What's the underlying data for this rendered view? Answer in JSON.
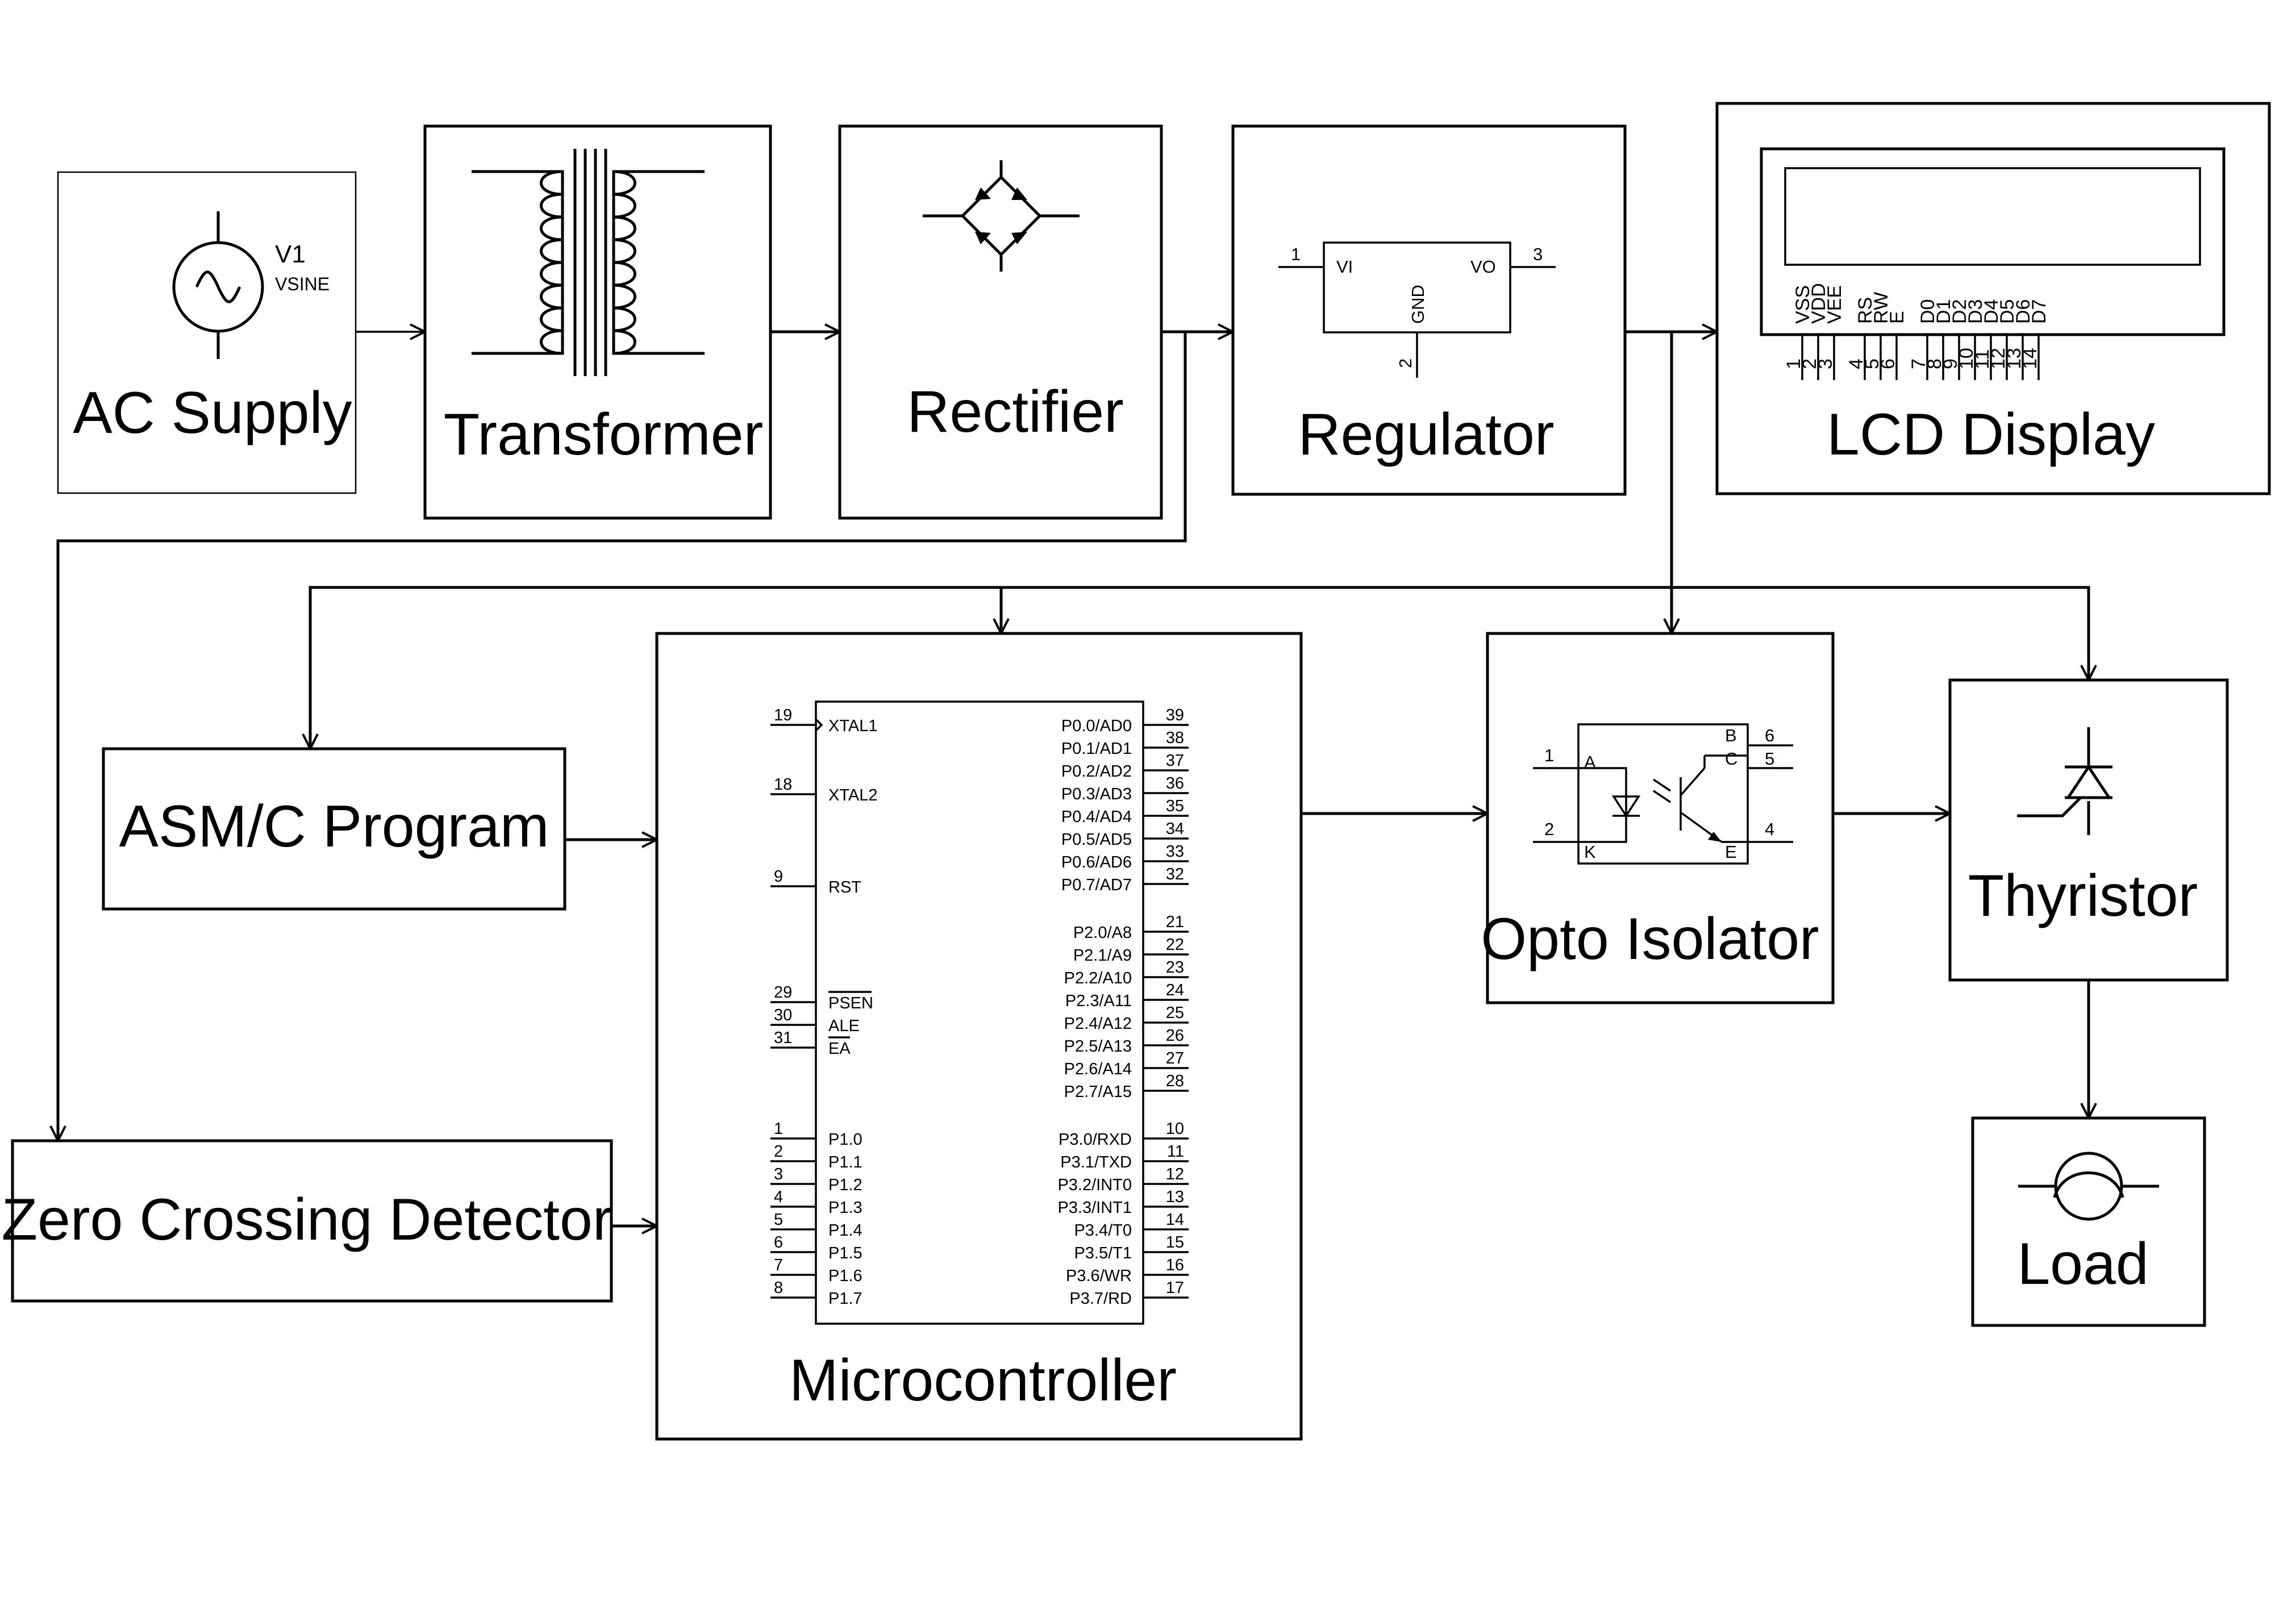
{
  "blocks": {
    "ac_supply": {
      "label": "AC Supply",
      "source_name": "V1",
      "source_type": "VSINE"
    },
    "transformer": {
      "label": "Transformer"
    },
    "rectifier": {
      "label": "Rectifier"
    },
    "regulator": {
      "label": "Regulator",
      "pins": {
        "in_num": "1",
        "in_name": "VI",
        "out_num": "3",
        "out_name": "VO",
        "gnd_num": "2",
        "gnd_name": "GND"
      }
    },
    "lcd": {
      "label": "LCD Display",
      "pins": [
        {
          "name": "VSS",
          "num": "1"
        },
        {
          "name": "VDD",
          "num": "2"
        },
        {
          "name": "VEE",
          "num": "3"
        },
        {
          "name": "RS",
          "num": "4"
        },
        {
          "name": "RW",
          "num": "5"
        },
        {
          "name": "E",
          "num": "6"
        },
        {
          "name": "D0",
          "num": "7"
        },
        {
          "name": "D1",
          "num": "8"
        },
        {
          "name": "D2",
          "num": "9"
        },
        {
          "name": "D3",
          "num": "10"
        },
        {
          "name": "D4",
          "num": "11"
        },
        {
          "name": "D5",
          "num": "12"
        },
        {
          "name": "D6",
          "num": "13"
        },
        {
          "name": "D7",
          "num": "14"
        }
      ]
    },
    "asm_program": {
      "label": "ASM/C Program"
    },
    "microcontroller": {
      "label": "Microcontroller",
      "left_pins": [
        {
          "num": "19",
          "name": "XTAL1"
        },
        {
          "num": "18",
          "name": "XTAL2"
        },
        {
          "num": "9",
          "name": "RST"
        },
        {
          "num": "29",
          "name": "PSEN"
        },
        {
          "num": "30",
          "name": "ALE"
        },
        {
          "num": "31",
          "name": "EA"
        },
        {
          "num": "1",
          "name": "P1.0"
        },
        {
          "num": "2",
          "name": "P1.1"
        },
        {
          "num": "3",
          "name": "P1.2"
        },
        {
          "num": "4",
          "name": "P1.3"
        },
        {
          "num": "5",
          "name": "P1.4"
        },
        {
          "num": "6",
          "name": "P1.5"
        },
        {
          "num": "7",
          "name": "P1.6"
        },
        {
          "num": "8",
          "name": "P1.7"
        }
      ],
      "right_pins": [
        {
          "num": "39",
          "name": "P0.0/AD0"
        },
        {
          "num": "38",
          "name": "P0.1/AD1"
        },
        {
          "num": "37",
          "name": "P0.2/AD2"
        },
        {
          "num": "36",
          "name": "P0.3/AD3"
        },
        {
          "num": "35",
          "name": "P0.4/AD4"
        },
        {
          "num": "34",
          "name": "P0.5/AD5"
        },
        {
          "num": "33",
          "name": "P0.6/AD6"
        },
        {
          "num": "32",
          "name": "P0.7/AD7"
        },
        {
          "num": "21",
          "name": "P2.0/A8"
        },
        {
          "num": "22",
          "name": "P2.1/A9"
        },
        {
          "num": "23",
          "name": "P2.2/A10"
        },
        {
          "num": "24",
          "name": "P2.3/A11"
        },
        {
          "num": "25",
          "name": "P2.4/A12"
        },
        {
          "num": "26",
          "name": "P2.5/A13"
        },
        {
          "num": "27",
          "name": "P2.6/A14"
        },
        {
          "num": "28",
          "name": "P2.7/A15"
        },
        {
          "num": "10",
          "name": "P3.0/RXD"
        },
        {
          "num": "11",
          "name": "P3.1/TXD"
        },
        {
          "num": "12",
          "name": "P3.2/INT0"
        },
        {
          "num": "13",
          "name": "P3.3/INT1"
        },
        {
          "num": "14",
          "name": "P3.4/T0"
        },
        {
          "num": "15",
          "name": "P3.5/T1"
        },
        {
          "num": "16",
          "name": "P3.6/WR"
        },
        {
          "num": "17",
          "name": "P3.7/RD"
        }
      ]
    },
    "zero_crossing": {
      "label": "Zero Crossing Detector"
    },
    "opto_isolator": {
      "label": "Opto Isolator",
      "pins": {
        "a_num": "1",
        "a_name": "A",
        "k_num": "2",
        "k_name": "K",
        "b_num": "6",
        "b_name": "B",
        "c_num": "5",
        "c_name": "C",
        "e_num": "4",
        "e_name": "E"
      }
    },
    "thyristor": {
      "label": "Thyristor"
    },
    "load": {
      "label": "Load"
    }
  }
}
